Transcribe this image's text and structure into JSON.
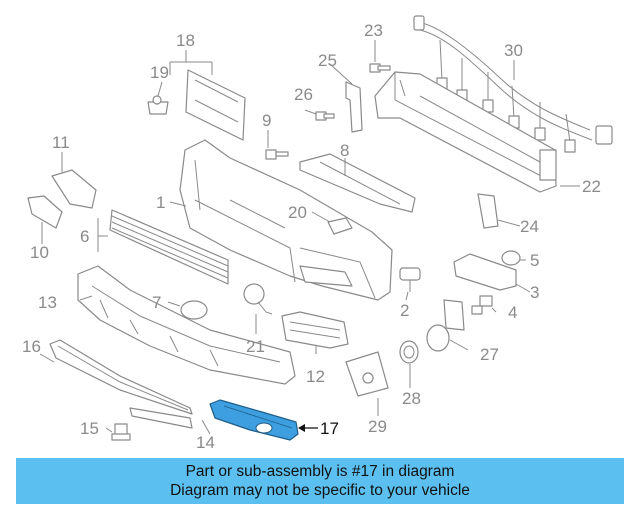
{
  "callouts": [
    "1",
    "2",
    "3",
    "4",
    "5",
    "6",
    "7",
    "8",
    "9",
    "10",
    "11",
    "12",
    "13",
    "14",
    "15",
    "16",
    "17",
    "18",
    "19",
    "20",
    "21",
    "22",
    "23",
    "24",
    "25",
    "26",
    "27",
    "28",
    "29",
    "30"
  ],
  "highlight_callout": "17",
  "colors": {
    "banner": "#5bc0f0",
    "highlight_part": "#3d9fe0",
    "linework": "#8a8a8a"
  },
  "banner": {
    "line1": "Part or sub-assembly is #17 in diagram",
    "line2": "Diagram may not be specific to your vehicle"
  }
}
